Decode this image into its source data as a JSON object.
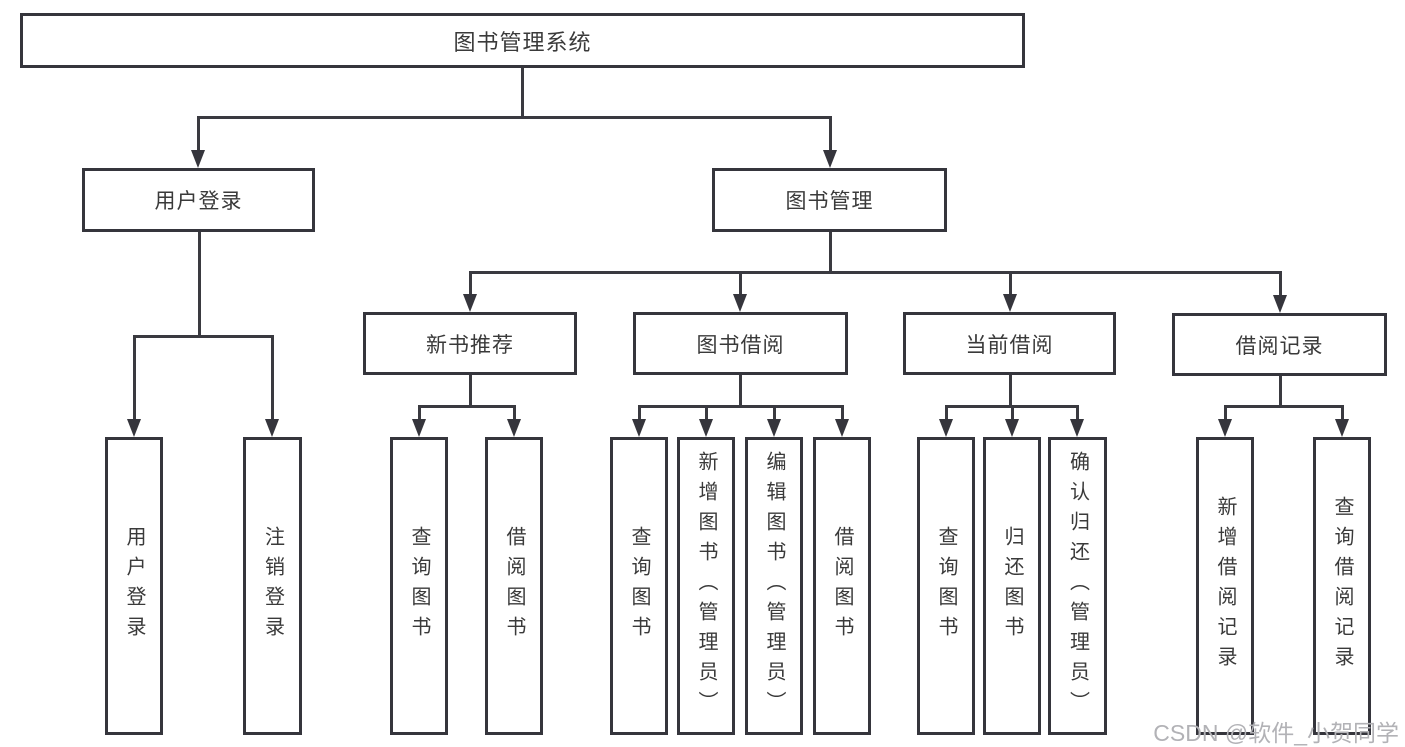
{
  "diagram": {
    "title": "图书管理系统",
    "nodes": [
      {
        "id": "root",
        "label": "图书管理系统",
        "level": 1,
        "parent": null
      },
      {
        "id": "user-login",
        "label": "用户登录",
        "level": 2,
        "parent": "root"
      },
      {
        "id": "book-management",
        "label": "图书管理",
        "level": 2,
        "parent": "root"
      },
      {
        "id": "new-book-recommend",
        "label": "新书推荐",
        "level": 3,
        "parent": "book-management"
      },
      {
        "id": "book-borrow",
        "label": "图书借阅",
        "level": 3,
        "parent": "book-management"
      },
      {
        "id": "current-borrow",
        "label": "当前借阅",
        "level": 3,
        "parent": "book-management"
      },
      {
        "id": "borrow-records",
        "label": "借阅记录",
        "level": 3,
        "parent": "book-management"
      },
      {
        "id": "leaf-user-login",
        "label": "用户登录",
        "level": 4,
        "parent": "user-login"
      },
      {
        "id": "leaf-logout",
        "label": "注销登录",
        "level": 4,
        "parent": "user-login"
      },
      {
        "id": "leaf-nb-query",
        "label": "查询图书",
        "level": 4,
        "parent": "new-book-recommend"
      },
      {
        "id": "leaf-nb-borrow",
        "label": "借阅图书",
        "level": 4,
        "parent": "new-book-recommend"
      },
      {
        "id": "leaf-bb-query",
        "label": "查询图书",
        "level": 4,
        "parent": "book-borrow"
      },
      {
        "id": "leaf-bb-add",
        "label": "新增图书（管理员）",
        "level": 4,
        "parent": "book-borrow"
      },
      {
        "id": "leaf-bb-edit",
        "label": "编辑图书（管理员）",
        "level": 4,
        "parent": "book-borrow"
      },
      {
        "id": "leaf-bb-borrow",
        "label": "借阅图书",
        "level": 4,
        "parent": "book-borrow"
      },
      {
        "id": "leaf-cb-query",
        "label": "查询图书",
        "level": 4,
        "parent": "current-borrow"
      },
      {
        "id": "leaf-cb-return",
        "label": "归还图书",
        "level": 4,
        "parent": "current-borrow"
      },
      {
        "id": "leaf-cb-confirm",
        "label": "确认归还（管理员）",
        "level": 4,
        "parent": "current-borrow"
      },
      {
        "id": "leaf-br-add",
        "label": "新增借阅记录",
        "level": 4,
        "parent": "borrow-records"
      },
      {
        "id": "leaf-br-query",
        "label": "查询借阅记录",
        "level": 4,
        "parent": "borrow-records"
      }
    ]
  },
  "watermark": {
    "text": "CSDN @软件_小贺同学"
  },
  "colors": {
    "background": "#ffffff",
    "box_border": "#35353c",
    "box_fill": "#ffffff",
    "line": "#3a3a40",
    "text": "#3a3a3a",
    "watermark_text": "#b2b2b6"
  }
}
